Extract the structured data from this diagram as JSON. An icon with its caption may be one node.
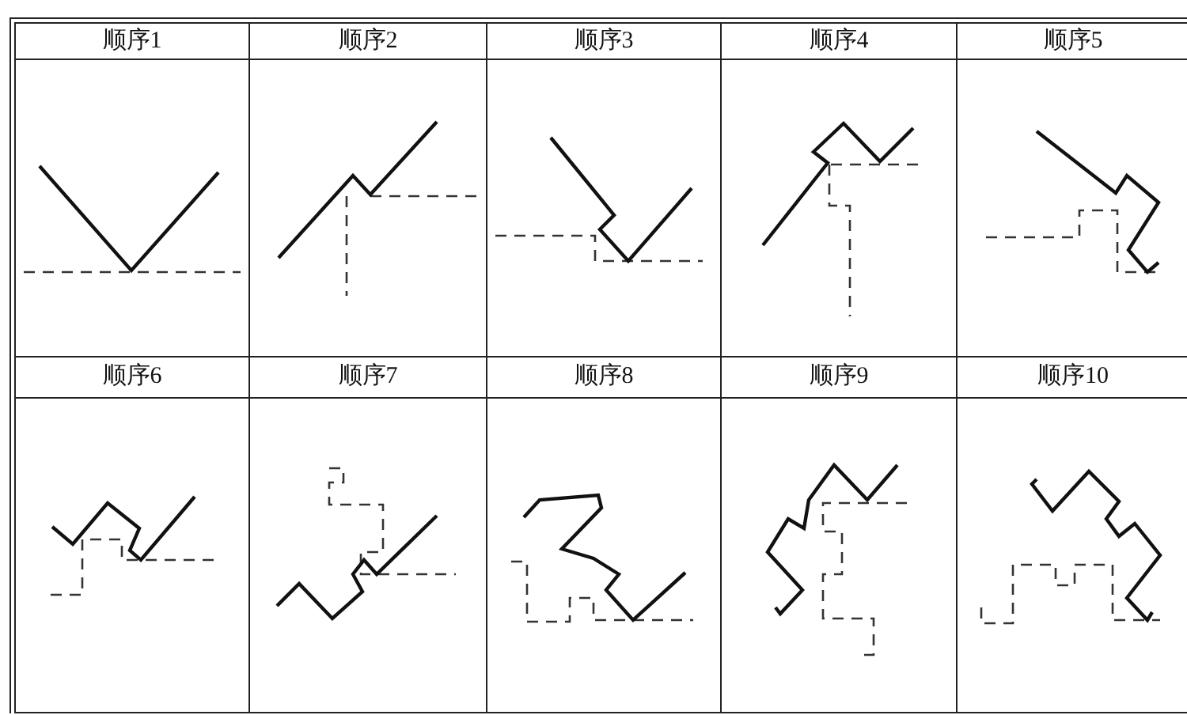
{
  "diagram": {
    "labels": [
      "顺序1",
      "顺序2",
      "顺序3",
      "顺序4",
      "顺序5",
      "顺序6",
      "顺序7",
      "顺序8",
      "顺序9",
      "顺序10"
    ]
  }
}
